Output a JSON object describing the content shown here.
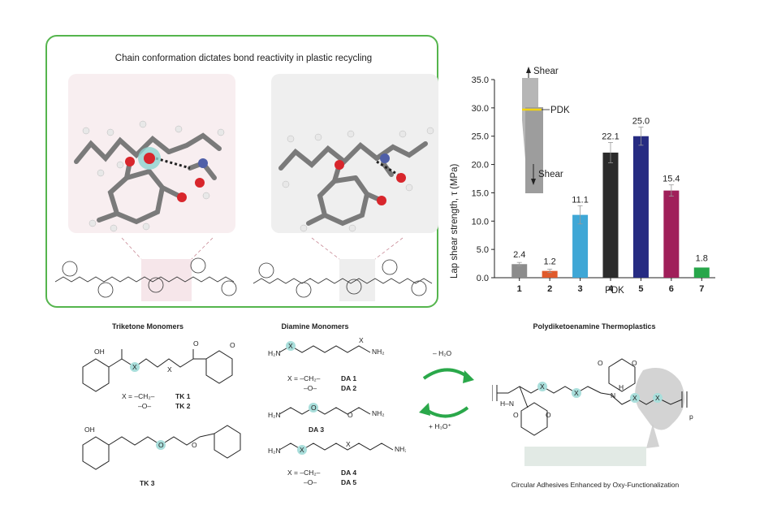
{
  "panel": {
    "title": "Chain conformation dictates bond reactivity in plastic recycling"
  },
  "chart_data": {
    "type": "bar",
    "categories": [
      "1",
      "2",
      "3",
      "4",
      "5",
      "6",
      "7"
    ],
    "values": [
      2.4,
      1.2,
      11.1,
      22.1,
      25.0,
      15.4,
      1.8
    ],
    "value_labels": [
      "2.4",
      "1.2",
      "11.1",
      "22.1",
      "25.0",
      "15.4",
      "1.8"
    ],
    "errors": [
      0.3,
      0.3,
      1.6,
      1.8,
      1.6,
      1.0,
      0.0
    ],
    "colors": [
      "#8c8c8c",
      "#e05a2b",
      "#3fa7d6",
      "#2b2b2b",
      "#262b82",
      "#a01f5a",
      "#27a64a"
    ],
    "xlabel": "PDK",
    "ylabel": "Lap shear strength, τ (MPa)",
    "ylim": [
      0,
      35
    ],
    "yticks": [
      "0.0",
      "5.0",
      "10.0",
      "15.0",
      "20.0",
      "25.0",
      "30.0",
      "35.0"
    ],
    "grid": false,
    "inset": {
      "top_label": "Shear",
      "bottom_label": "Shear",
      "side_label": "PDK"
    }
  },
  "triketone": {
    "title": "Triketone Monomers",
    "x_def_1": "X = –CH₂–",
    "x_def_2": "–O–",
    "tk1": "TK 1",
    "tk2": "TK 2",
    "tk3": "TK 3"
  },
  "diamine": {
    "title": "Diamine Monomers",
    "x_def_1": "X = –CH₂–",
    "x_def_2": "–O–",
    "da1": "DA 1",
    "da2": "DA 2",
    "da3": "DA 3",
    "da4": "DA 4",
    "da5": "DA 5"
  },
  "arrows": {
    "forward": "– H₂O",
    "reverse": "+ H₃O⁺"
  },
  "polymer": {
    "title": "Polydiketoenamine Thermoplastics",
    "caption": "Circular Adhesives Enhanced by Oxy-Functionalization",
    "p_label": "p"
  }
}
